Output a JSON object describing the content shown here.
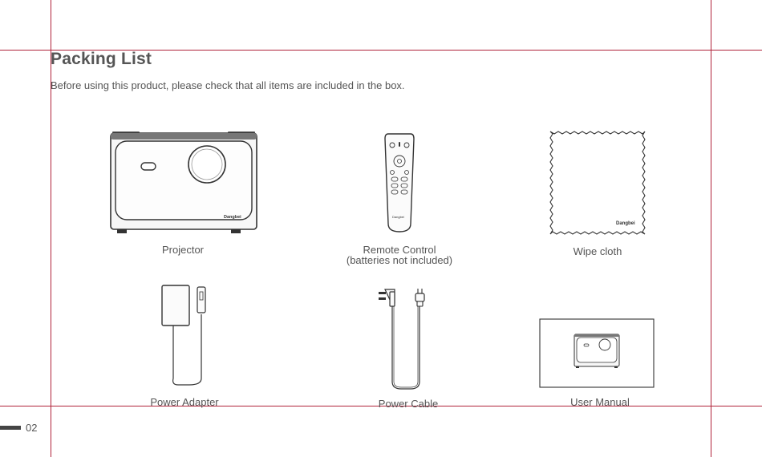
{
  "page": {
    "title": "Packing List",
    "intro": "Before using this product, please check that all items are included in the box.",
    "page_number": "02"
  },
  "items": [
    {
      "name": "Projector"
    },
    {
      "name": "Remote Control",
      "note": "(batteries not included)"
    },
    {
      "name": "Wipe cloth"
    },
    {
      "name": "Power Adapter"
    },
    {
      "name": "Power Cable"
    },
    {
      "name": "User Manual"
    }
  ],
  "brand": {
    "logo_text": "Dangbei"
  },
  "colors": {
    "crop_marks": "#b0233a",
    "line_art": "#333333",
    "text": "#555555"
  },
  "icons": [
    "projector-icon",
    "remote-control-icon",
    "wipe-cloth-icon",
    "power-adapter-icon",
    "power-cable-icon",
    "user-manual-icon"
  ]
}
